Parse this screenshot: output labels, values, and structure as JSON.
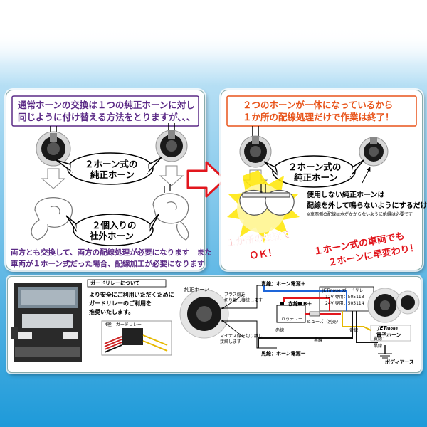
{
  "left_panel": {
    "headline_line1": "通常ホーンの交換は１つの純正ホーンに対し",
    "headline_line2": "同じように付け替える方法をとりますが、、、",
    "bubble_top_line1": "２ホーン式の",
    "bubble_top_line2": "純正ホーン",
    "bubble_bottom_line1": "２個入りの",
    "bubble_bottom_line2": "社外ホーン",
    "footer_line1": "両方とも交換して、両方の配線処理が必要になります　また",
    "footer_line2": "車両が１ホーン式だった場合、配線加工が必要になります"
  },
  "right_panel": {
    "headline_line1": "２つのホーンが一体になっているから",
    "headline_line2": "１か所の配線処理だけで作業は終了！",
    "bubble_line1": "２ホーン式の",
    "bubble_line2": "純正ホーン",
    "unused_note_line1": "使用しない純正ホーンは",
    "unused_note_line2": "配線を外して鳴らないようにするだけ",
    "unused_note_small": "※車両側の配線は水がかからないように絶縁は必要です",
    "burst_line1": "１か所の処理で",
    "burst_line2": "ＯＫ！",
    "slogan_line1": "１ホーン式の車両でも",
    "slogan_line2": "２ホーンに早変わり！"
  },
  "bottom_panel": {
    "relay_title": "ガードリレーについて",
    "relay_desc_line1": "より安全にご利用いただくために",
    "relay_desc_line2": "ガードリレーのご利用を",
    "relay_desc_line3": "推奨いたします。",
    "relay_pin_label": "4極　ガードリレー",
    "diagram": {
      "stock_horn": "純正ホーン",
      "plus_wire": "プラス線を",
      "plus_wire2": "切り離し接続します",
      "minus_wire": "マイナス線を切り離し",
      "minus_wire2": "接続します",
      "blue_label": "青線：ホーン電源＋",
      "red_label": "赤線：B＋",
      "battery": "バッテリー",
      "fuse": "ヒューズ（別売）",
      "red_wire": "赤線",
      "yellow_wire": "黄線",
      "black_wire": "黒線",
      "black_label": "黒線：ホーン電源ー",
      "relay_box_line1": "JETinoue ガードリレー",
      "relay_box_line2": "12V 専用：505113",
      "relay_box_line3": "24V 専用：505114",
      "yellow_wire_right": "黄線",
      "black_wire_right": "黒線",
      "product_label": "電子ホーン",
      "body_earth": "ボディアース",
      "brand": "JET",
      "brand_small": "inoue"
    }
  },
  "colors": {
    "orange": "#e8541a",
    "purple": "#5b2a86",
    "red": "#e2161d",
    "yellow": "#ffe600",
    "blue_bg": "#1e9ad9"
  }
}
